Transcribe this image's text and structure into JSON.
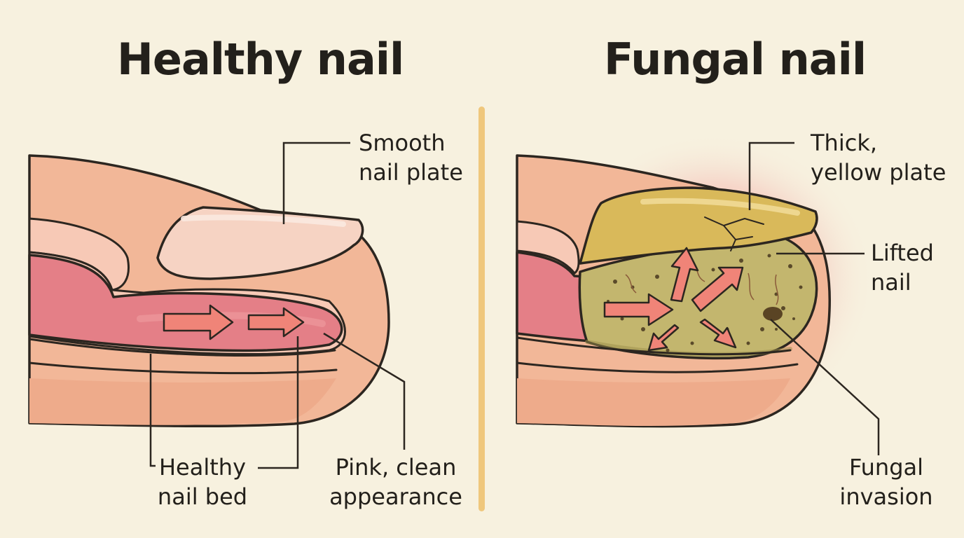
{
  "panels": {
    "healthy": {
      "title": "Healthy nail",
      "labels": {
        "plate": [
          "Smooth",
          "nail plate"
        ],
        "bed": [
          "Healthy",
          "nail bed"
        ],
        "appearance": [
          "Pink, clean",
          "appearance"
        ]
      }
    },
    "fungal": {
      "title": "Fungal nail",
      "labels": {
        "plate": [
          "Thick,",
          "yellow plate"
        ],
        "lifted": [
          "Lifted",
          "nail"
        ],
        "invasion": [
          "Fungal",
          "invasion"
        ]
      }
    }
  },
  "colors": {
    "background": "#f7f1df",
    "skin": "#f2b798",
    "nail_bed": "#e47f87",
    "healthy_plate": "#f6d3c3",
    "fungal_plate": "#d9b95a",
    "fungal_debris": "#c3b66e",
    "arrows": "#f08478",
    "divider": "#efc77c",
    "outline": "#2c2620"
  },
  "icons": [
    "right-arrow-icon",
    "radiating-arrows-icon",
    "crack-icon"
  ]
}
